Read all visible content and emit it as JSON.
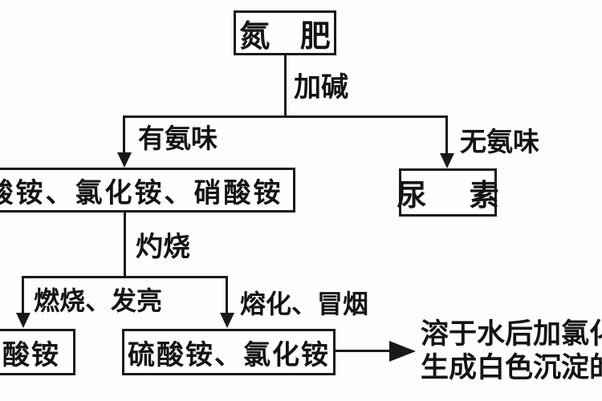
{
  "diagram": {
    "nodes": {
      "nitrogen_fertilizer": "氮 肥",
      "ammonium_salts": "硫酸铵、氯化铵、硝酸铵",
      "urea": "尿 素",
      "ammonium_nitrate": "硝酸铵",
      "ammonium_sulfate_chloride": "硫酸铵、氯化铵"
    },
    "edge_labels": {
      "add_alkali": "加碱",
      "has_ammonia_smell": "有氨味",
      "no_ammonia_smell": "无氨味",
      "ignite": "灼烧",
      "burns_glows": "燃烧、发亮",
      "melts_smokes": "熔化、冒烟"
    },
    "result_note": {
      "line1": "溶于水后加氯化",
      "line2": "生成白色沉淀的"
    },
    "colors": {
      "ink": "#1b1b1b",
      "background": "#fbfbfa"
    }
  }
}
